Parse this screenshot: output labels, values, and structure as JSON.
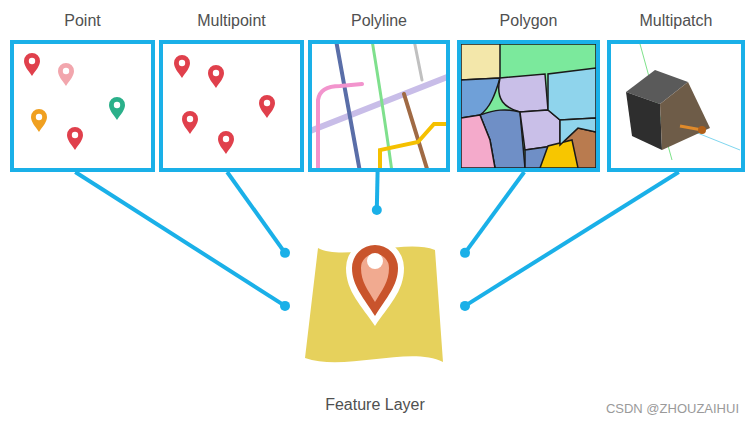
{
  "diagram": {
    "nodes": [
      {
        "text": [
          "Point"
        ]
      },
      {
        "text": [
          "Multipoint"
        ]
      },
      {
        "text": [
          "Polyline"
        ]
      },
      {
        "text": [
          "Polygon"
        ]
      },
      {
        "text": [
          "Multipatch"
        ]
      },
      {
        "text": [
          "Feature Layer"
        ]
      }
    ],
    "edges": [
      {
        "from": 0,
        "to": 5,
        "arrow": "none"
      },
      {
        "from": 1,
        "to": 5,
        "arrow": "none"
      },
      {
        "from": 2,
        "to": 5,
        "arrow": "none"
      },
      {
        "from": 3,
        "to": 5,
        "arrow": "none"
      },
      {
        "from": 4,
        "to": 5,
        "arrow": "none"
      }
    ],
    "labels": [
      "CSDN @ZHOUZAIHUI"
    ]
  }
}
